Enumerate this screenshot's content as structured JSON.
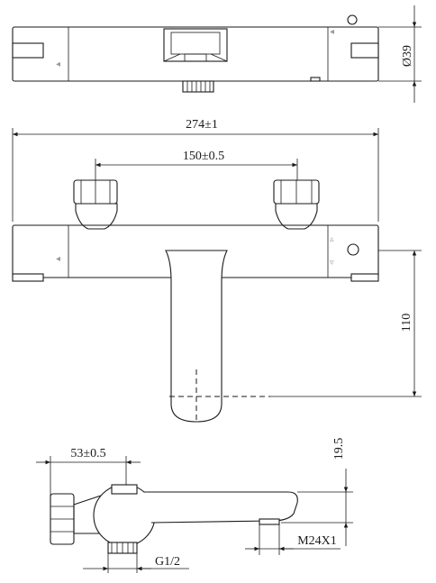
{
  "dimensions": {
    "diameter": "Ø39",
    "overall_width": "274±1",
    "inlet_spacing": "150±0.5",
    "height": "110",
    "side_offset": "53±0.5",
    "outlet_offset": "19.5",
    "outlet_thread": "M24X1",
    "inlet_thread": "G1/2"
  }
}
